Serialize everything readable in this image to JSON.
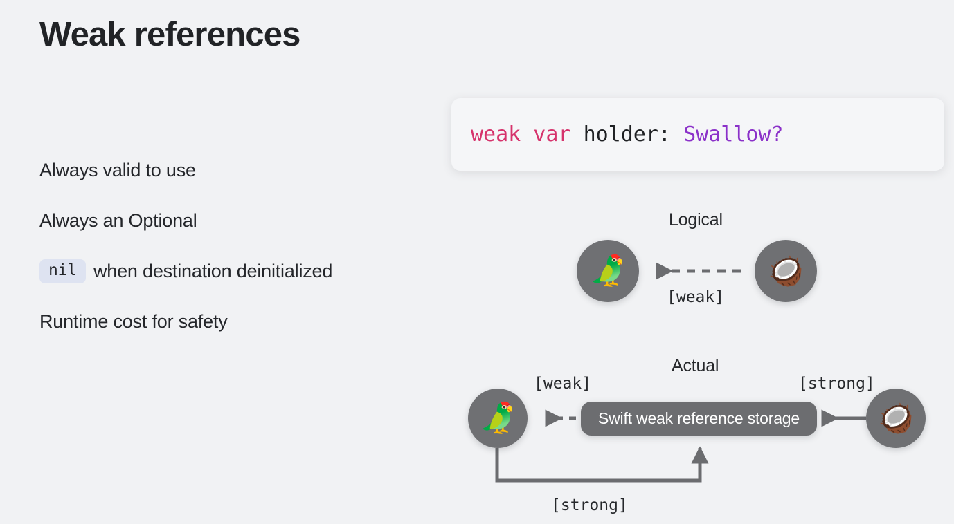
{
  "slide": {
    "title": "Weak references",
    "background_color": "#f1f2f4"
  },
  "bullets": [
    {
      "text": "Always valid to use",
      "code_chip": null
    },
    {
      "text": "Always an Optional",
      "code_chip": null
    },
    {
      "text": "when destination deinitialized",
      "code_chip": "nil"
    },
    {
      "text": "Runtime cost for safety",
      "code_chip": null
    }
  ],
  "code_card": {
    "tokens": [
      {
        "text": "weak var ",
        "kind": "keyword",
        "color": "#d6336c"
      },
      {
        "text": "holder: ",
        "kind": "identifier",
        "color": "#1f2124"
      },
      {
        "text": "Swallow?",
        "kind": "type",
        "color": "#8b31c9"
      }
    ],
    "full_text": "weak var holder: Swallow?",
    "background_color": "#f5f6f8"
  },
  "diagrams": [
    {
      "id": "logical",
      "heading": "Logical",
      "nodes": [
        {
          "id": "swallow",
          "emoji": "🦜",
          "icon_name": "parrot-emoji"
        },
        {
          "id": "coconut",
          "emoji": "🥥",
          "icon_name": "coconut-emoji"
        }
      ],
      "edges": [
        {
          "label": "[weak]",
          "style": "dashed",
          "from": "coconut",
          "to": "swallow"
        }
      ]
    },
    {
      "id": "actual",
      "heading": "Actual",
      "storage_label": "Swift weak reference storage",
      "nodes": [
        {
          "id": "swallow",
          "emoji": "🦜",
          "icon_name": "parrot-emoji"
        },
        {
          "id": "coconut",
          "emoji": "🥥",
          "icon_name": "coconut-emoji"
        }
      ],
      "edges": [
        {
          "label": "[weak]",
          "style": "dashed",
          "from": "storage",
          "to": "swallow"
        },
        {
          "label": "[strong]",
          "style": "solid",
          "from": "coconut",
          "to": "storage"
        },
        {
          "label": "[strong]",
          "style": "solid",
          "from": "swallow",
          "to": "storage"
        }
      ]
    }
  ],
  "colors": {
    "node_circle": "#6f7073",
    "storage_box": "#6c6d70",
    "edge_stroke": "#6b6c6f",
    "code_keyword": "#d6336c",
    "code_type": "#8b31c9",
    "chip_background": "#dee3f1"
  }
}
